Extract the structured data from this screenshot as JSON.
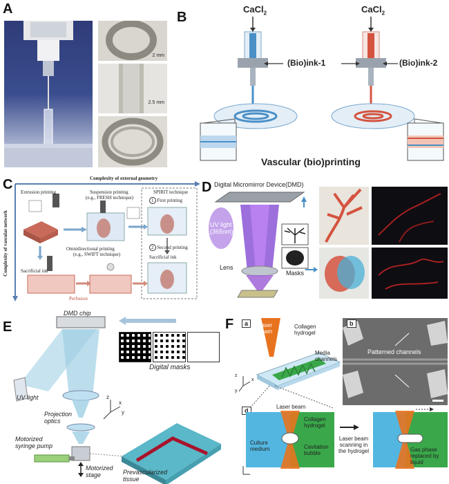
{
  "panels": {
    "A": {
      "label": "A",
      "scale_bars": [
        "2 mm",
        "2.5 mm"
      ]
    },
    "B": {
      "label": "B",
      "cacl2_left": "CaCl",
      "cacl2_right": "CaCl",
      "sub": "2",
      "ink1": "(Bio)ink-1",
      "ink2": "(Bio)ink-2",
      "caption": "Vascular (bio)printing"
    },
    "C": {
      "label": "C",
      "complexity_external": "Complexity of external geometry",
      "complexity_vascular": "Complexity of vascular network",
      "extrusion": "Extrusion printing",
      "suspension": "Suspension printing",
      "suspension_sub": "(e.g., FRESH technique)",
      "spirit": "SPIRIT technique",
      "first_printing": "First printing",
      "second_printing": "Second printing",
      "omni": "Omnidirectional printing",
      "omni_sub": "(e.g., SWIFT technique)",
      "sacrificial_ink_1": "Sacrificial ink",
      "sacrificial_ink_2": "Sacrificial ink",
      "perfusion": "Perfusion",
      "step1": "1",
      "step2": "2"
    },
    "D": {
      "label": "D",
      "dmd": "Digital Micromirror Device(DMD)",
      "uv1": "UV light",
      "uv2": "(365nm)",
      "lens": "Lens",
      "masks": "Masks"
    },
    "E": {
      "label": "E",
      "dmd_chip": "DMD chip",
      "digital_masks": "Digital masks",
      "uv_light": "UV light",
      "projection1": "Projection",
      "projection2": "optics",
      "syringe1": "Motorized",
      "syringe2": "syringe pump",
      "stage1": "Motorized",
      "stage2": "stage",
      "prevasc1": "Prevascularized",
      "prevasc2": "tissue",
      "ax_x": "x",
      "ax_y": "y",
      "ax_z": "z"
    },
    "F": {
      "label": "F",
      "sub_a": "a",
      "sub_b": "b",
      "sub_d": "d",
      "laser_beam": "Laser beam",
      "collagen": "Collagen hydrogel",
      "media": "Media channels",
      "patterned": "Patterned channels",
      "laser_beam_d": "Laser beam",
      "culture": "Culture medium",
      "collagen_d": "Collagen hydrogel",
      "cavitation": "Cavitation bubble",
      "scanning": "Laser beam scanning in the hydrogel",
      "gas_phase": "Gas phase replaced by liquid",
      "ax_x": "x",
      "ax_y": "y",
      "ax_z": "z"
    }
  },
  "colors": {
    "blue_ink": "#4a8fc7",
    "red_ink": "#d4533f",
    "orange_laser": "#e8731f",
    "green_gel": "#3aa84a",
    "culture_blue": "#53b6e0",
    "uv_purple": "#9b59d6",
    "dark_photo": "#0d0d12"
  }
}
